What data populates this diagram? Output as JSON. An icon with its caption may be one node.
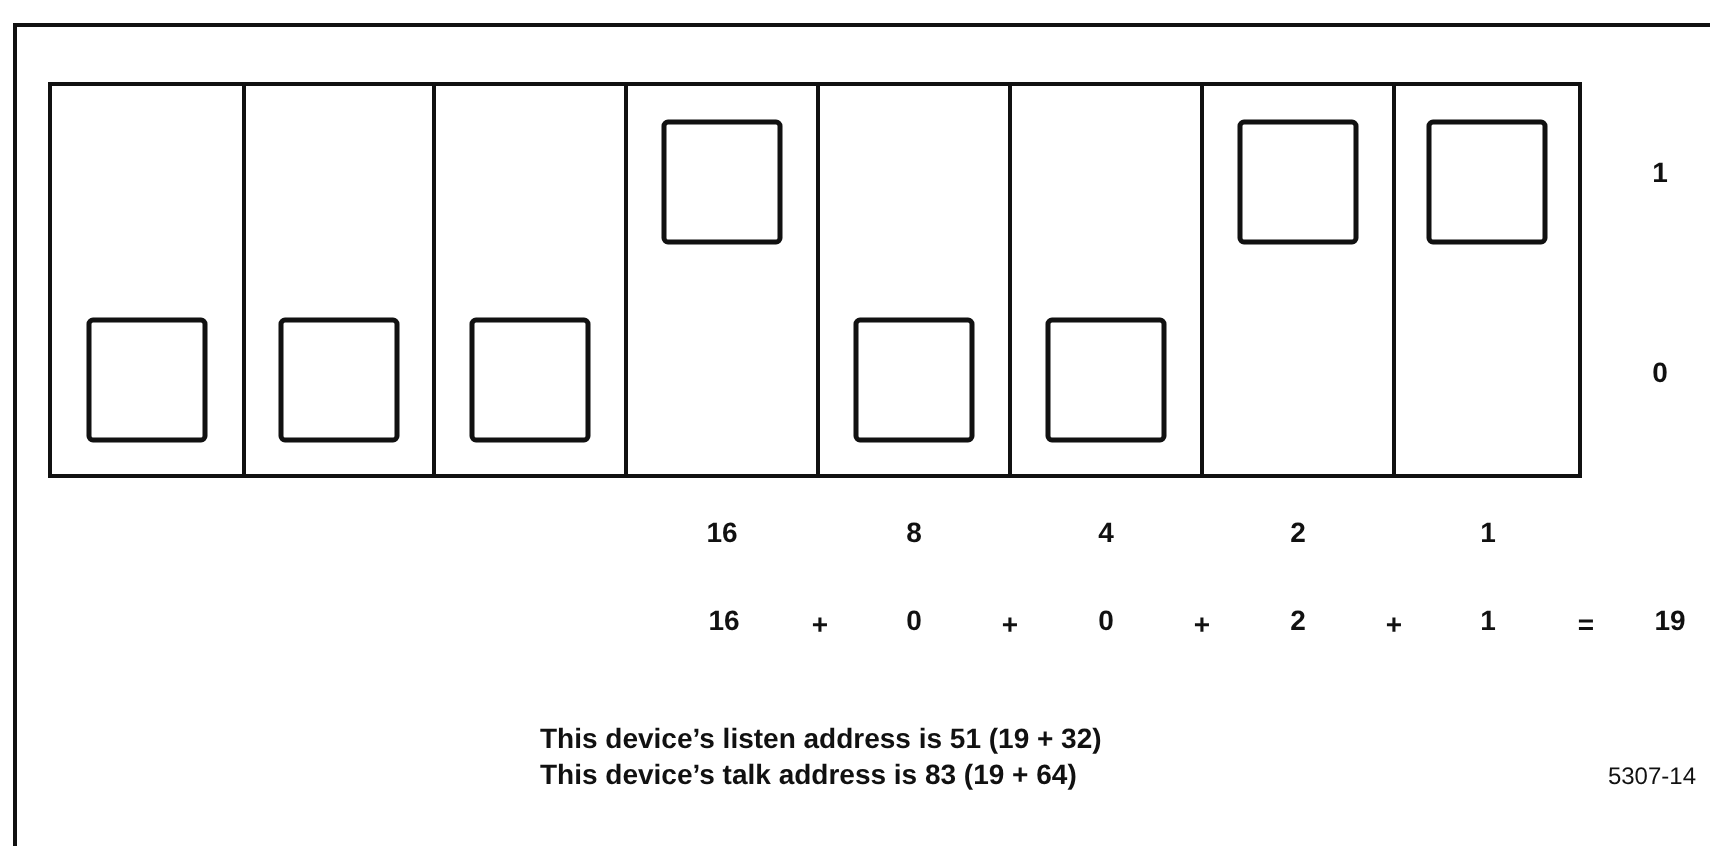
{
  "diagram": {
    "labels": [
      "1",
      "0",
      "16",
      "8",
      "4",
      "2",
      "1",
      "16",
      "+",
      "0",
      "+",
      "0",
      "+",
      "2",
      "+",
      "1",
      "=",
      "19",
      "This device’s listen address is 51 (19 + 32)",
      "This device’s talk address is 83 (19 + 64)",
      "5307-14"
    ]
  }
}
